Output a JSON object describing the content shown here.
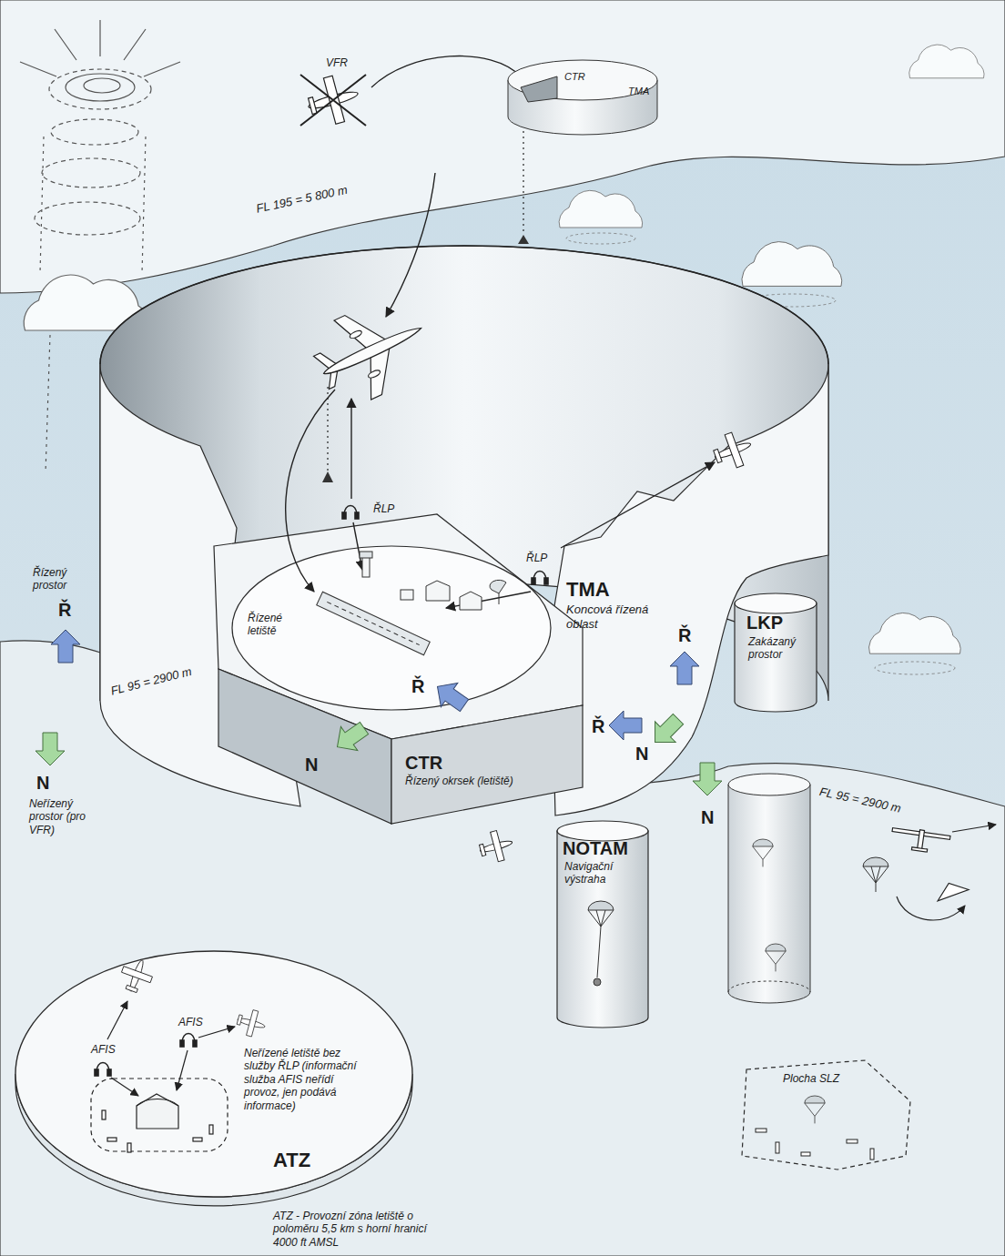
{
  "diagram": {
    "nodes": [
      {
        "text": [
          "TMA",
          "Koncová řízená oblast"
        ]
      },
      {
        "text": [
          "CTR",
          "Řízený okrsek (letiště)"
        ],
        "in": 0
      },
      {
        "text": [
          "Řízené letiště"
        ],
        "in": 1
      },
      {
        "text": [
          "LKP",
          "Zakázaný prostor"
        ]
      },
      {
        "text": [
          "NOTAM",
          "Navigační výstraha"
        ]
      },
      {
        "text": [
          "Neřízené letiště bez služby ŘLP (informační služba AFIS neřídí provoz, jen podává informace)",
          "ATZ"
        ]
      },
      {
        "text": [
          "Plocha SLZ"
        ]
      }
    ],
    "labels": [
      "VFR",
      "CTR",
      "TMA",
      "FL 195 = 5 800 m",
      "ŘLP",
      "ŘLP",
      "Řízený prostor",
      "Ř",
      "FL 95 = 2900 m",
      "N",
      "Neřízený prostor (pro VFR)",
      "Ř",
      "N",
      "Ř",
      "Ř",
      "N",
      "N",
      "FL 95 = 2900 m",
      "AFIS",
      "AFIS",
      "ATZ - Provozní zóna letiště o poloměru 5,5 km s horní hranicí 4000 ft AMSL"
    ]
  }
}
